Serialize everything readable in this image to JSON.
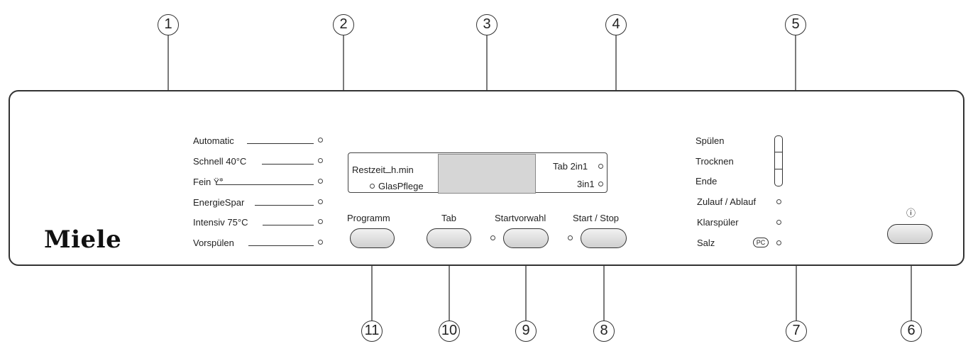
{
  "callouts": [
    "1",
    "2",
    "3",
    "4",
    "5",
    "6",
    "7",
    "8",
    "9",
    "10",
    "11"
  ],
  "brand": "Miele",
  "programs": [
    "Automatic",
    "Schnell 40°C",
    "Fein ",
    "EnergieSpar",
    "Intensiv 75°C",
    "Vorspülen"
  ],
  "display": {
    "restzeit": "Restzeit",
    "unit": "h.min",
    "glaspflege": "GlasPflege",
    "tab2in1": "Tab 2in1",
    "threein1": "3in1"
  },
  "buttons": {
    "programm": "Programm",
    "tab": "Tab",
    "startvorwahl": "Startvorwahl",
    "startstop": "Start / Stop"
  },
  "status": [
    "Spülen",
    "Trocknen",
    "Ende"
  ],
  "warnings": [
    "Zulauf / Ablauf",
    "Klarspüler",
    "Salz"
  ],
  "salt_symbol": "PC",
  "power_symbol": "ⓘ"
}
